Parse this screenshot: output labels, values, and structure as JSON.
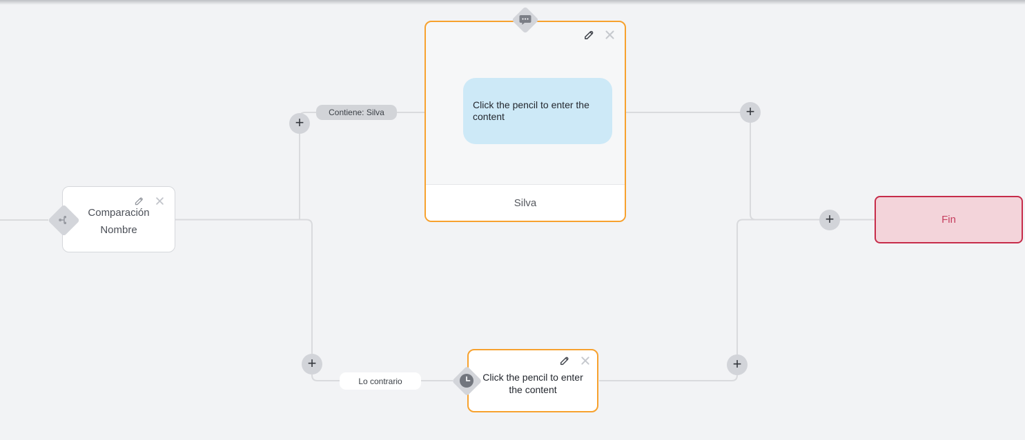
{
  "canvas": {
    "background": "#f2f3f5",
    "line_color": "#d9dadd",
    "accent_orange": "#f7a12d"
  },
  "ui": {
    "plus": "+"
  },
  "nodes": {
    "condition": {
      "title_line1": "Comparación",
      "title_line2": "Nombre"
    },
    "message": {
      "bubble_text": "Click the pencil to enter the content",
      "footer_label": "Silva",
      "bubble_color": "#cde9f7"
    },
    "wait": {
      "text": "Click the pencil to enter the content"
    },
    "end": {
      "label": "Fin",
      "bg": "#f3d4da",
      "border": "#c62b49",
      "text_color": "#c53e5e"
    }
  },
  "edges": {
    "condition_true_label": "Contiene: Silva",
    "condition_false_label": "Lo contrario"
  },
  "icons": {
    "branch": "branch-icon",
    "chat": "chat-bubble-icon",
    "clock": "clock-icon",
    "edit": "pencil-icon",
    "delete": "close-icon",
    "add": "plus-icon"
  }
}
